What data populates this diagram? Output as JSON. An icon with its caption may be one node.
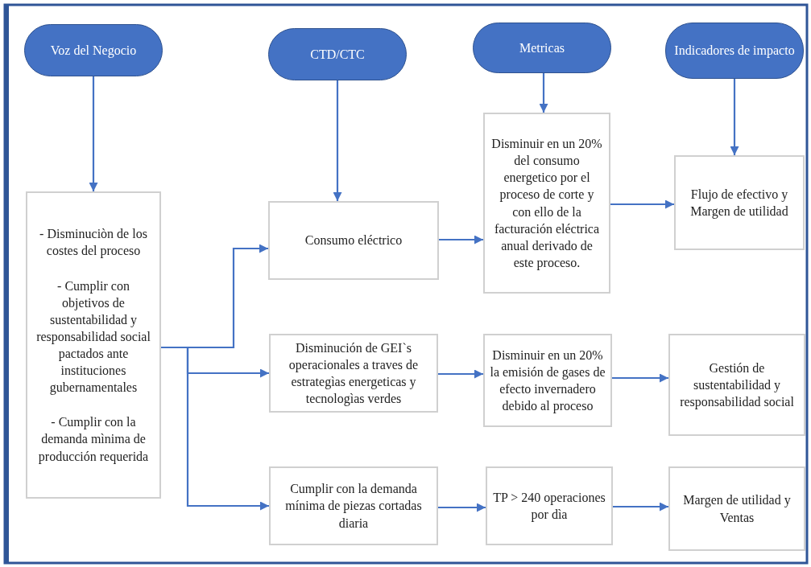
{
  "diagram": {
    "nodes": [
      {
        "text": [
          "Voz del Negocio"
        ]
      },
      {
        "text": [
          "CTD/CTC"
        ]
      },
      {
        "text": [
          "Metricas"
        ]
      },
      {
        "text": [
          "Indicadores de impacto"
        ]
      },
      {
        "text": [
          "- Disminuciòn de los costes del proceso",
          "- Cumplir con objetivos de sustentabilidad y responsabilidad social pactados ante instituciones gubernamentales",
          "- Cumplir con la demanda mìnima de producción requerida"
        ]
      },
      {
        "text": [
          "Consumo eléctrico"
        ]
      },
      {
        "text": [
          "Disminuir en un 20%  del consumo energetico por el proceso de corte y con ello de la facturación eléctrica anual derivado de este proceso."
        ]
      },
      {
        "text": [
          "Flujo de efectivo y Margen de utilidad"
        ]
      },
      {
        "text": [
          "Disminución de GEI`s operacionales a traves de estrategìas energeticas y tecnologìas verdes"
        ]
      },
      {
        "text": [
          "Disminuir en un 20% la emisión de gases de efecto invernadero debido al proceso"
        ]
      },
      {
        "text": [
          "Gestión de sustentabilidad y responsabilidad social"
        ]
      },
      {
        "text": [
          "Cumplir con la demanda mínima de piezas cortadas diaria"
        ]
      },
      {
        "text": [
          "TP > 240 operaciones por dìa"
        ]
      },
      {
        "text": [
          "Margen de utilidad y Ventas"
        ]
      }
    ],
    "edges": [
      {
        "from": 0,
        "to": 4,
        "arrow": "to"
      },
      {
        "from": 1,
        "to": 5,
        "arrow": "to"
      },
      {
        "from": 2,
        "to": 6,
        "arrow": "to"
      },
      {
        "from": 3,
        "to": 7,
        "arrow": "to"
      },
      {
        "from": 4,
        "to": 5,
        "arrow": "to"
      },
      {
        "from": 4,
        "to": 8,
        "arrow": "to"
      },
      {
        "from": 4,
        "to": 11,
        "arrow": "to"
      },
      {
        "from": 5,
        "to": 6,
        "arrow": "to"
      },
      {
        "from": 6,
        "to": 7,
        "arrow": "to"
      },
      {
        "from": 8,
        "to": 9,
        "arrow": "to"
      },
      {
        "from": 9,
        "to": 10,
        "arrow": "to"
      },
      {
        "from": 11,
        "to": 12,
        "arrow": "to"
      },
      {
        "from": 12,
        "to": 13,
        "arrow": "to"
      }
    ]
  }
}
